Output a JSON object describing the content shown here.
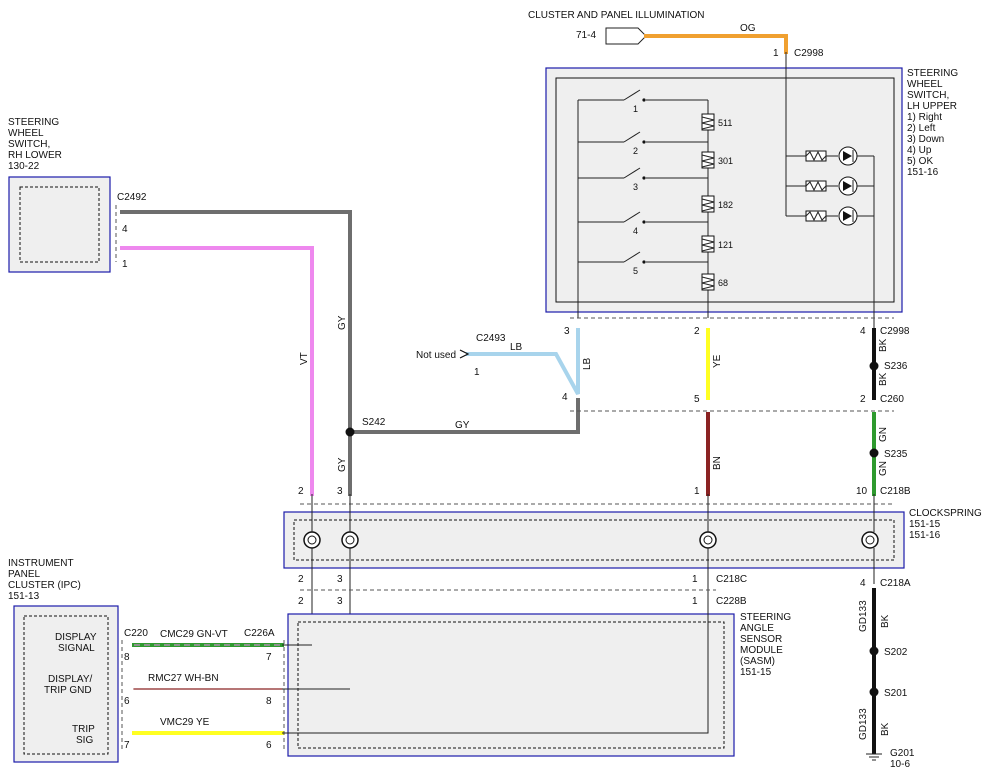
{
  "diagram": {
    "illumination": {
      "title": "CLUSTER AND PANEL ILLUMINATION",
      "ref": "71-4",
      "wire_color": "OG",
      "pin": "1",
      "connector": "C2998"
    },
    "lh_switch": {
      "name": [
        "STEERING",
        "WHEEL",
        "SWITCH,",
        "LH UPPER"
      ],
      "functions": [
        "1) Right",
        "2) Left",
        "3) Down",
        "4) Up",
        "5) OK"
      ],
      "ref": "151-16",
      "switch_numbers": [
        "1",
        "2",
        "3",
        "4",
        "5"
      ],
      "resistors": [
        "511",
        "301",
        "182",
        "121",
        "68"
      ],
      "pins": [
        "3",
        "2",
        "4"
      ],
      "connector": "C2998"
    },
    "rh_switch": {
      "name": [
        "STEERING",
        "WHEEL",
        "SWITCH,",
        "RH LOWER"
      ],
      "ref": "130-22",
      "connector": "C2492",
      "pins": [
        "4",
        "1"
      ]
    },
    "wires": {
      "gy": "GY",
      "vt": "VT",
      "lb": "LB",
      "ye": "YE",
      "bk": "BK",
      "bn": "BN",
      "gn": "GN"
    },
    "c2493": {
      "connector": "C2493",
      "note": "Not used",
      "pin": "1"
    },
    "splices": {
      "s242": "S242",
      "s236": "S236",
      "s235": "S235",
      "s202": "S202",
      "s201": "S201"
    },
    "connectors": {
      "c260": "C260",
      "c218b": "C218B",
      "c218c": "C218C",
      "c228b": "C228B",
      "c218a": "C218A",
      "c220": "C220",
      "c226a": "C226A"
    },
    "pins": {
      "p2": "2",
      "p3": "3",
      "p4": "4",
      "p5": "5",
      "p1": "1",
      "p10": "10",
      "p6": "6",
      "p7": "7",
      "p8": "8"
    },
    "clockspring": {
      "name": "CLOCKSPRING",
      "refs": [
        "151-15",
        "151-16"
      ]
    },
    "ipc": {
      "name": [
        "INSTRUMENT",
        "PANEL",
        "CLUSTER (IPC)"
      ],
      "ref": "151-13",
      "signals": [
        [
          "DISPLAY",
          "SIGNAL"
        ],
        [
          "DISPLAY/",
          "TRIP GND"
        ],
        [
          "TRIP",
          "SIG"
        ]
      ]
    },
    "sasm": {
      "name": [
        "STEERING",
        "ANGLE",
        "SENSOR",
        "MODULE",
        "(SASM)"
      ],
      "ref": "151-15"
    },
    "circuits": [
      "CMC29  GN-VT",
      "RMC27  WH-BN",
      "VMC29  YE"
    ],
    "ground": {
      "circuit": "GD133",
      "name": "G201",
      "ref": "10-6"
    }
  },
  "colors": {
    "og": "#f0a030",
    "gy": "#6e6e6e",
    "vt": "#ee88ee",
    "lb": "#a8d4ec",
    "ye": "#ffff22",
    "bk": "#111111",
    "bn": "#8b2323",
    "gn": "#2e9a2e",
    "box_border": "#1c1caa"
  }
}
